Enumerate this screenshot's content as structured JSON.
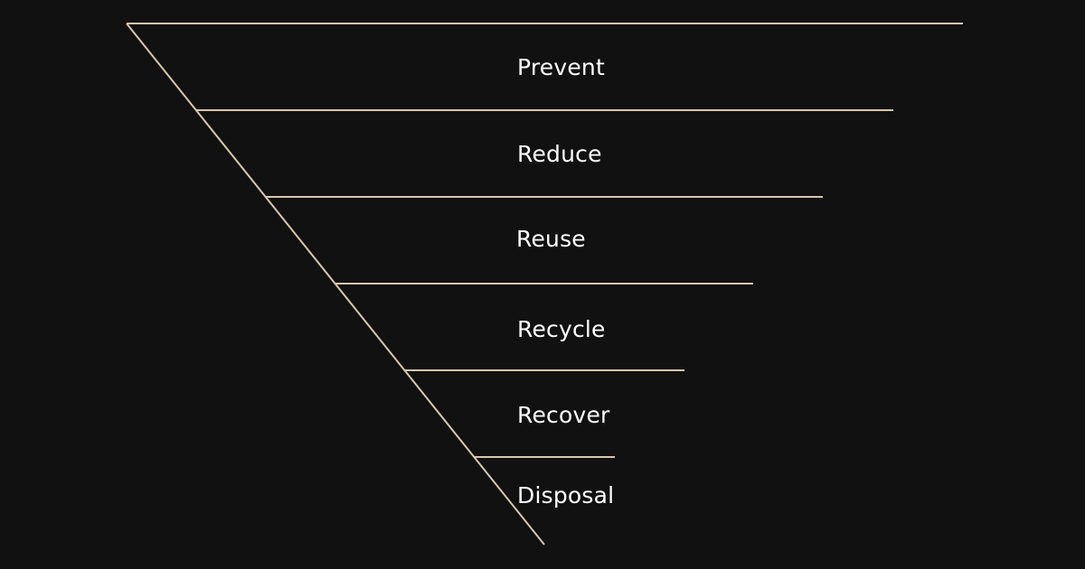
{
  "colors": {
    "background": "#111111",
    "line": "#d8c7ad",
    "text": "#ffffff"
  },
  "hierarchy": {
    "levels": [
      {
        "label": "Prevent"
      },
      {
        "label": "Reduce"
      },
      {
        "label": "Reuse"
      },
      {
        "label": "Recycle"
      },
      {
        "label": "Recover"
      },
      {
        "label": "Disposal"
      }
    ]
  }
}
